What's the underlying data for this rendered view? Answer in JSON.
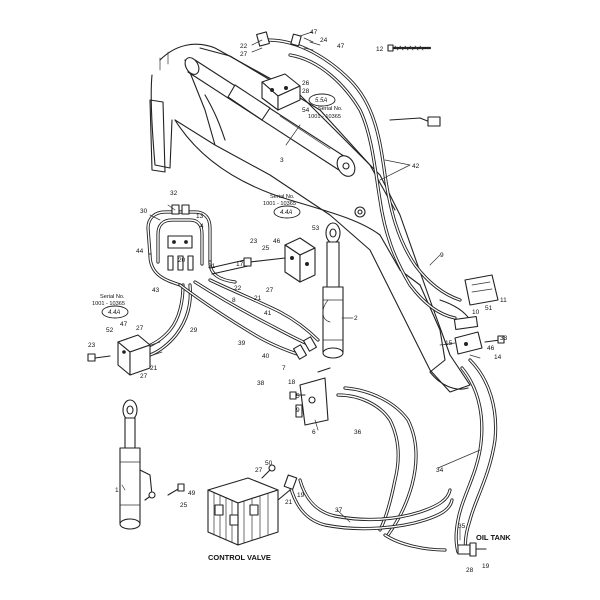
{
  "diagram": {
    "labels": {
      "control_valve": "CONTROL VALVE",
      "oil_tank": "OIL TANK"
    },
    "serial_notes": [
      {
        "line1": "Serial No.",
        "line2": "1001 - 10365",
        "ref": "5.5A"
      },
      {
        "line1": "Serial No.",
        "line2": "1001 - 10365",
        "ref": "4.4A"
      },
      {
        "line1": "Serial No.",
        "line2": "1001 - 10365",
        "ref": "4.4A"
      }
    ],
    "callouts": [
      "22",
      "27",
      "47",
      "24",
      "47",
      "12",
      "26",
      "28",
      "54",
      "3",
      "42",
      "32",
      "30",
      "13",
      "4",
      "44",
      "31",
      "53",
      "23",
      "25",
      "46",
      "17",
      "22",
      "27",
      "21",
      "8",
      "43",
      "9",
      "41",
      "11",
      "10",
      "51",
      "2",
      "33",
      "46",
      "14",
      "15",
      "52",
      "47",
      "27",
      "39",
      "40",
      "23",
      "21",
      "27",
      "20",
      "29",
      "7",
      "38",
      "18",
      "6",
      "5",
      "9",
      "36",
      "1",
      "49",
      "25",
      "50",
      "27",
      "19",
      "21",
      "37",
      "35",
      "34",
      "28",
      "19"
    ]
  }
}
